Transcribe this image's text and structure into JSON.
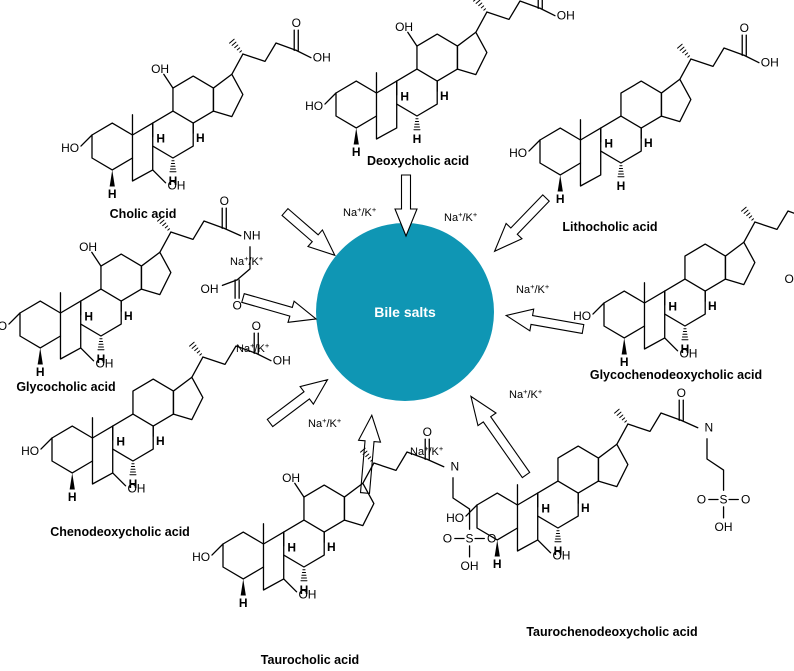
{
  "center": {
    "label": "Bile salts",
    "color": "#0F96B4"
  },
  "ion_label": {
    "base": "Na",
    "sup1": "+",
    "mid": "/K",
    "sup2": "+"
  },
  "atoms": {
    "OH": "OH",
    "HO": "HO",
    "O": "O",
    "H": "H",
    "NH": "NH",
    "N": "N",
    "S": "S"
  },
  "compounds": [
    {
      "name": "Cholic acid"
    },
    {
      "name": "Deoxycholic acid"
    },
    {
      "name": "Lithocholic acid"
    },
    {
      "name": "Glycochenodeoxycholic acid"
    },
    {
      "name": "Taurochenodeoxycholic acid"
    },
    {
      "name": "Taurocholic acid"
    },
    {
      "name": "Chenodeoxycholic acid"
    },
    {
      "name": "Glycocholic acid"
    }
  ]
}
